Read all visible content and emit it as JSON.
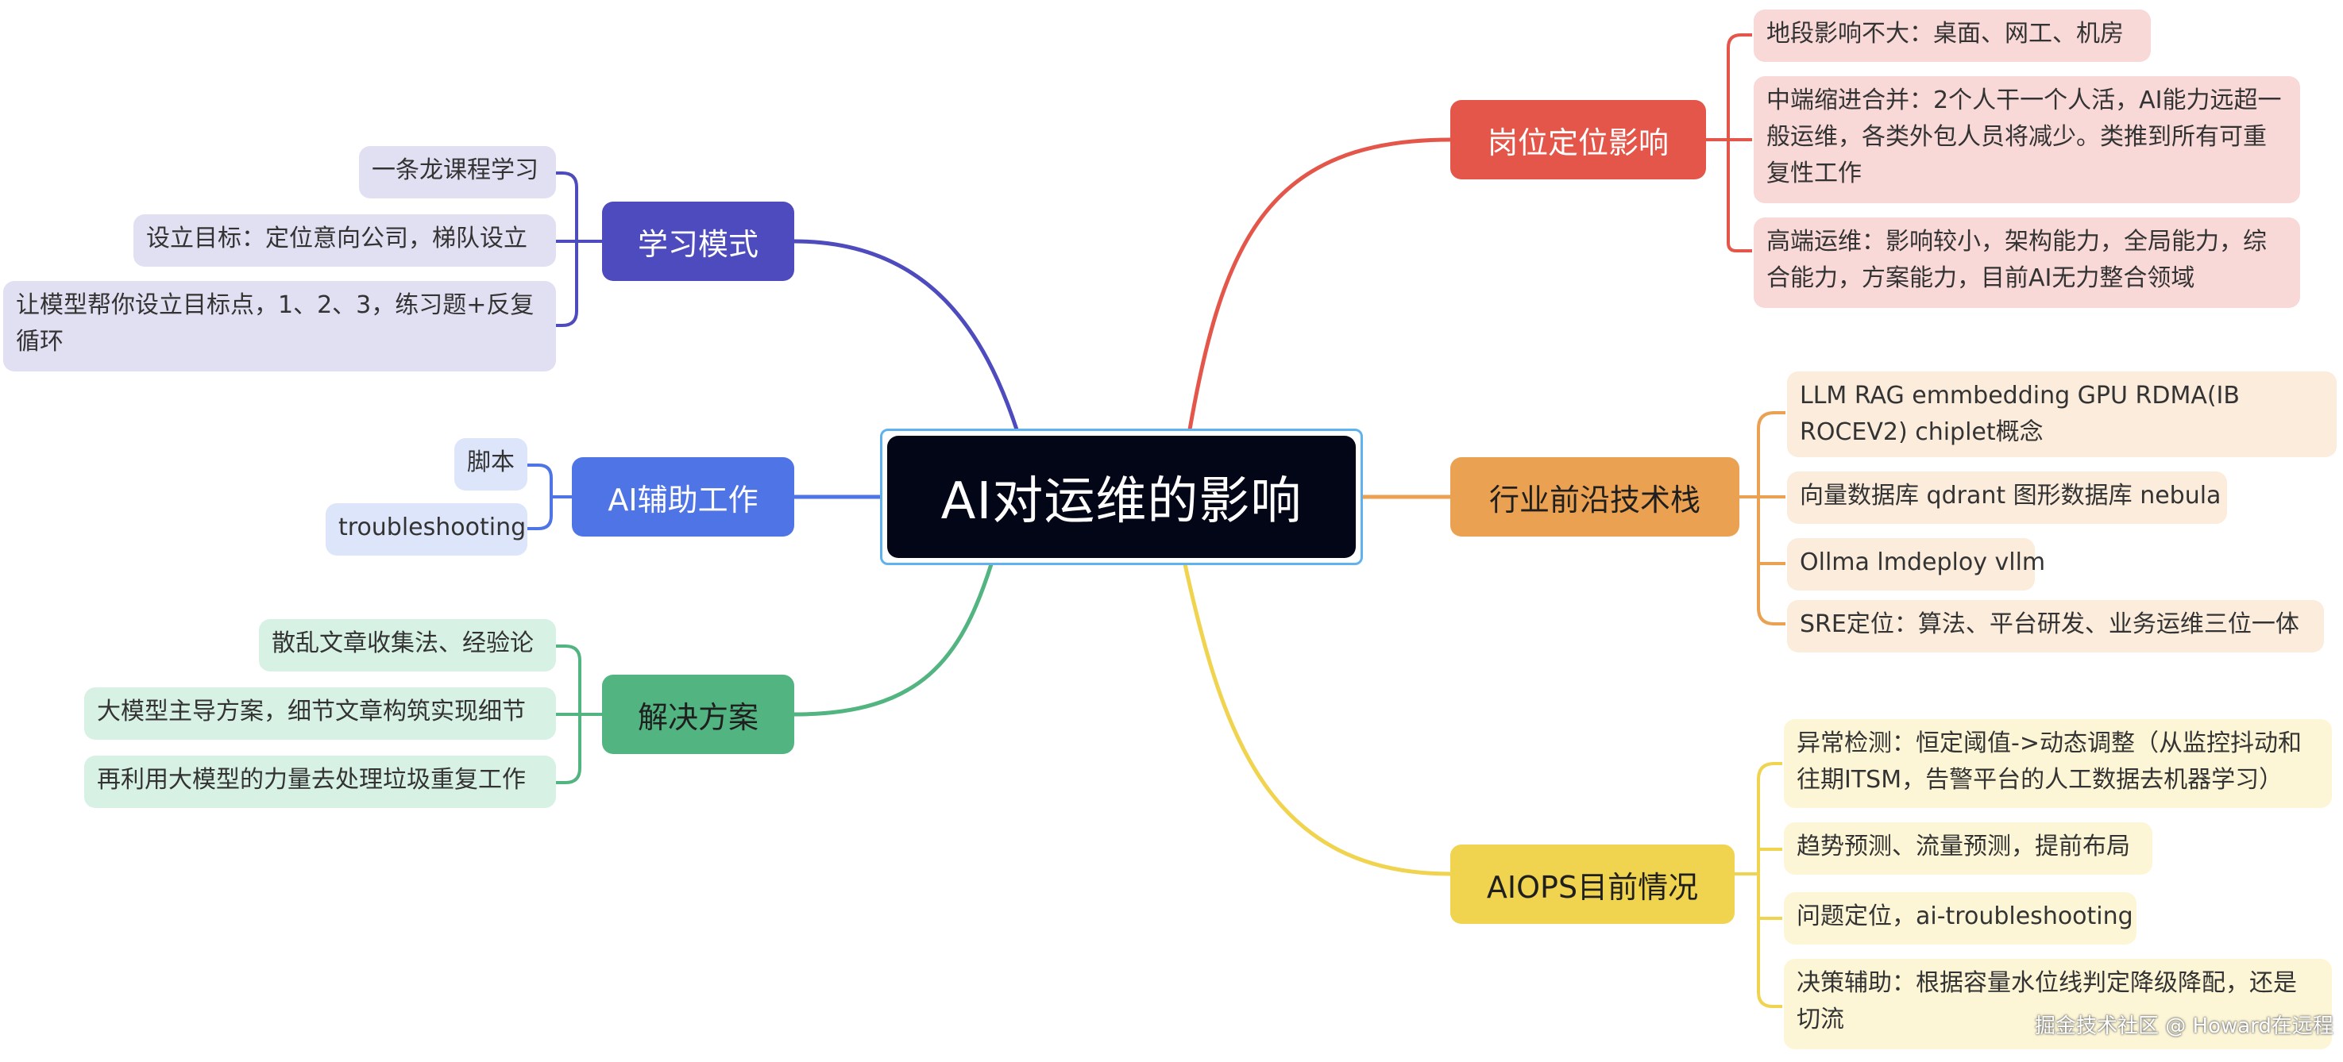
{
  "central_topic": "AI对运维的影响",
  "branches": {
    "position_impact": {
      "label": "岗位定位影响",
      "color": "#e4564a",
      "leaf_color": "#f9d9d7",
      "items": [
        "地段影响不大：桌面、网工、机房",
        "中端缩进合并：2个人干一个人活，AI能力远超一般运维，各类外包人员将减少。类推到所有可重复性工作",
        "高端运维：影响较小，架构能力，全局能力，综合能力，方案能力，目前AI无力整合领域"
      ]
    },
    "tech_stack": {
      "label": "行业前沿技术栈",
      "color": "#eba152",
      "leaf_color": "#fbecdc",
      "items": [
        "LLM RAG emmbedding GPU RDMA(IB ROCEV2) chiplet概念",
        "向量数据库 qdrant 图形数据库 nebula",
        "Ollma lmdeploy vllm",
        "SRE定位：算法、平台研发、业务运维三位一体"
      ]
    },
    "aiops": {
      "label": "AIOPS目前情况",
      "color": "#f0d34e",
      "leaf_color": "#fdf6d6",
      "items": [
        "异常检测：恒定阈值->动态调整（从监控抖动和往期ITSM，告警平台的人工数据去机器学习）",
        "趋势预测、流量预测，提前布局",
        "问题定位，ai-troubleshooting",
        "决策辅助：根据容量水位线判定降级降配，还是切流"
      ]
    },
    "learning_mode": {
      "label": "学习模式",
      "color": "#4e4bbe",
      "leaf_color": "#e1e0f3",
      "items": [
        "一条龙课程学习",
        "设立目标：定位意向公司，梯队设立",
        "让模型帮你设立目标点，1、2、3，练习题+反复循环"
      ]
    },
    "ai_assist": {
      "label": "AI辅助工作",
      "color": "#4f74e6",
      "leaf_color": "#dde5fb",
      "items": [
        "脚本",
        "troubleshooting"
      ]
    },
    "solutions": {
      "label": "解决方案",
      "color": "#52b581",
      "leaf_color": "#d7f1e4",
      "items": [
        "散乱文章收集法、经验论",
        "大模型主导方案，细节文章构筑实现细节",
        "再利用大模型的力量去处理垃圾重复工作"
      ]
    }
  },
  "watermark": "掘金技术社区 @ Howard在远程"
}
